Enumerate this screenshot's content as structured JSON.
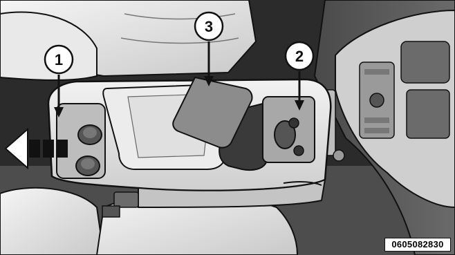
{
  "figure": {
    "callouts": [
      {
        "number": "1"
      },
      {
        "number": "2"
      },
      {
        "number": "3"
      }
    ],
    "reference_code": "0605082830",
    "colors": {
      "background_dark": "#2b2b2b",
      "console_light": "#e6e6e6",
      "outline": "#111111",
      "pad_gray": "#8c8c8c"
    },
    "icons": [
      "forward-arrow-icon"
    ]
  }
}
